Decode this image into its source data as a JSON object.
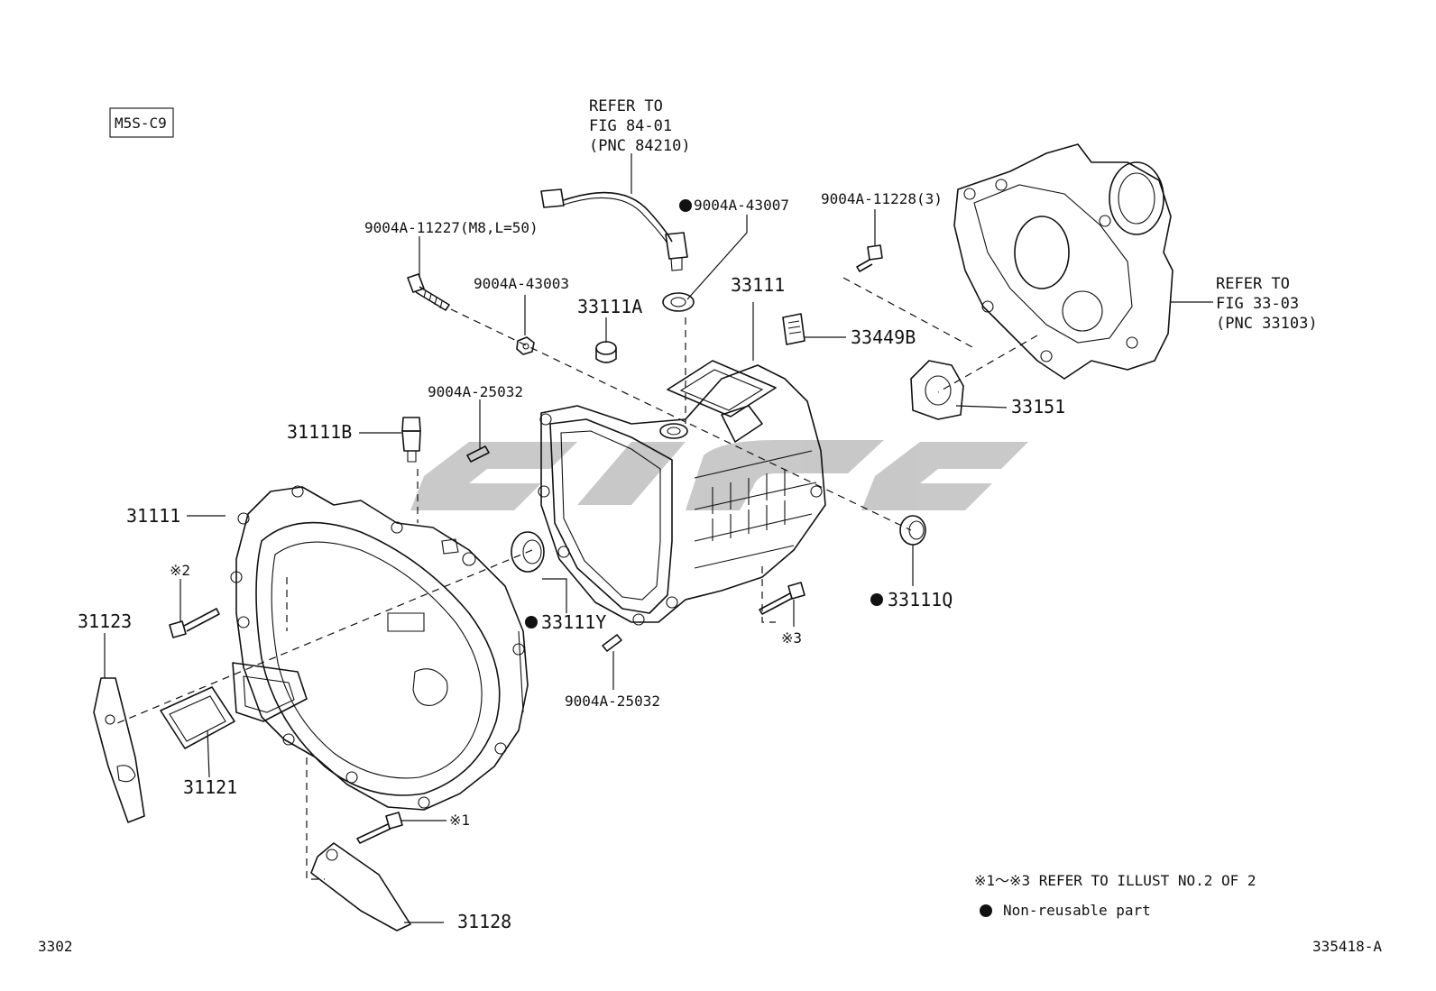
{
  "model_code": "M5S-C9",
  "watermark": {
    "color": "#9c9c9c"
  },
  "refs": {
    "fig_84": {
      "line1": "REFER TO",
      "line2": "FIG 84-01",
      "line3": "(PNC 84210)"
    },
    "fig_33": {
      "line1": "REFER TO",
      "line2": "FIG 33-03",
      "line3": "(PNC 33103)"
    }
  },
  "parts": {
    "p_9004A_11227": "9004A-11227(M8,L=50)",
    "p_9004A_43003": "9004A-43003",
    "p_9004A_43007": "9004A-43007",
    "p_9004A_11228": "9004A-11228(3)",
    "p_33111A": "33111A",
    "p_33111": "33111",
    "p_33449B": "33449B",
    "p_33151": "33151",
    "p_9004A_25032_top": "9004A-25032",
    "p_31111B": "31111B",
    "p_31111": "31111",
    "p_ref2": "※2",
    "p_31123": "31123",
    "p_33111Y": "33111Y",
    "p_33111Q": "33111Q",
    "p_ref3": "※3",
    "p_9004A_25032_bot": "9004A-25032",
    "p_31121": "31121",
    "p_ref1": "※1",
    "p_31128": "31128"
  },
  "notes": {
    "refer_illust": "※1～※3 REFER TO ILLUST NO.2 OF 2",
    "non_reusable": "Non-reusable part"
  },
  "footer": {
    "left_code": "3302",
    "right_code": "335418-A"
  }
}
